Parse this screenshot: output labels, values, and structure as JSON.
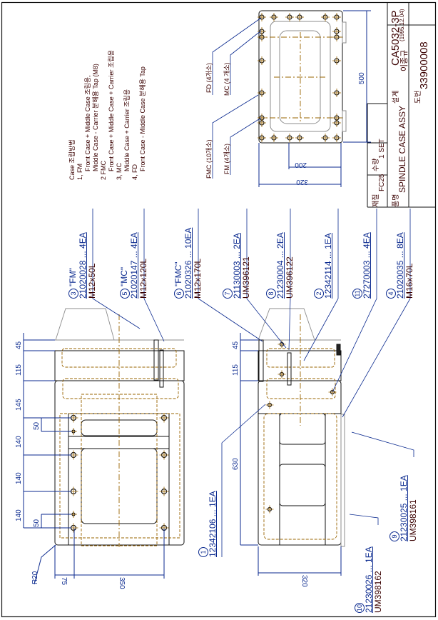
{
  "colors": {
    "outline": "#111111",
    "hidden": "#9a6400",
    "dimension": "#0b2a8f",
    "label_text": "#3a0000",
    "phantom": "#8c8c8c"
  },
  "title_block": {
    "drawing_no": "CA5032-3P",
    "material_label": "재질",
    "material": "FC25",
    "quantity_label": "수량",
    "quantity": "1 SET",
    "designer_label": "설계",
    "designer": "이종규",
    "date": "(1995.12.04)",
    "part_name_label": "품명",
    "part_name": "SPINDLE CASE ASSY",
    "drawing_number_label": "도번",
    "drawing_number": "33900008"
  },
  "notes": {
    "title": "Case 조립방법",
    "lines": [
      "1, FM",
      "Front Case + Middle Case 조립용,",
      "Middle Case - Carrier 분해용 Tap (M8)",
      "2 FMC",
      "Front Case + Middle Case + Carrier 조립용",
      "3, MC",
      "Middle Case + Carrier 조립용",
      "4, FD",
      "Front Case - Middle Case 분해용 Tap"
    ]
  },
  "top_view": {
    "leaders": [
      "FD (4개소)",
      "MC (4 개소)",
      "FMC (10개소)",
      "FM (4개소)"
    ],
    "dims": {
      "height": "500",
      "inner": "200",
      "width": "320"
    }
  },
  "callouts": [
    {
      "num": "3",
      "tag": "\"FM\"",
      "code": "21020028 ... 4EA",
      "spec": "M12x50L"
    },
    {
      "num": "5",
      "tag": "\"MC\"",
      "code": "21020147 ... 4EA",
      "spec": "M12x120L"
    },
    {
      "num": "6",
      "tag": "\"FMC\"",
      "code": "21020326 ... 10EA",
      "spec": "M12x170L"
    },
    {
      "num": "7",
      "tag": "",
      "code": "21130003 ... 2EA",
      "spec": "UM396121"
    },
    {
      "num": "8",
      "tag": "",
      "code": "21230004 ... 2EA",
      "spec": "UM396122"
    },
    {
      "num": "2",
      "tag": "",
      "code": "12342114 ... 1EA",
      "spec": ""
    },
    {
      "num": "11",
      "tag": "",
      "code": "27270003 ... 4EA",
      "spec": ""
    },
    {
      "num": "4",
      "tag": "",
      "code": "21020035 ... 8EA",
      "spec": "M16x70L"
    },
    {
      "num": "1",
      "tag": "",
      "code": "12342106 ... 1EA",
      "spec": ""
    },
    {
      "num": "9",
      "tag": "",
      "code": "21230025 ... 1EA",
      "spec": "UM398161"
    },
    {
      "num": "10",
      "tag": "",
      "code": "21230026 ... 1EA",
      "spec": "UM398162"
    }
  ],
  "left_view": {
    "dims_vertical": [
      "45",
      "115",
      "145",
      "140",
      "140",
      "140"
    ],
    "dims_small": [
      "50",
      "50"
    ],
    "radius": "R20",
    "dims_horizontal": [
      "75",
      "350"
    ]
  },
  "mid_view": {
    "dims_vertical": [
      "45",
      "115",
      "630"
    ],
    "dims_horizontal": [
      "320"
    ]
  }
}
